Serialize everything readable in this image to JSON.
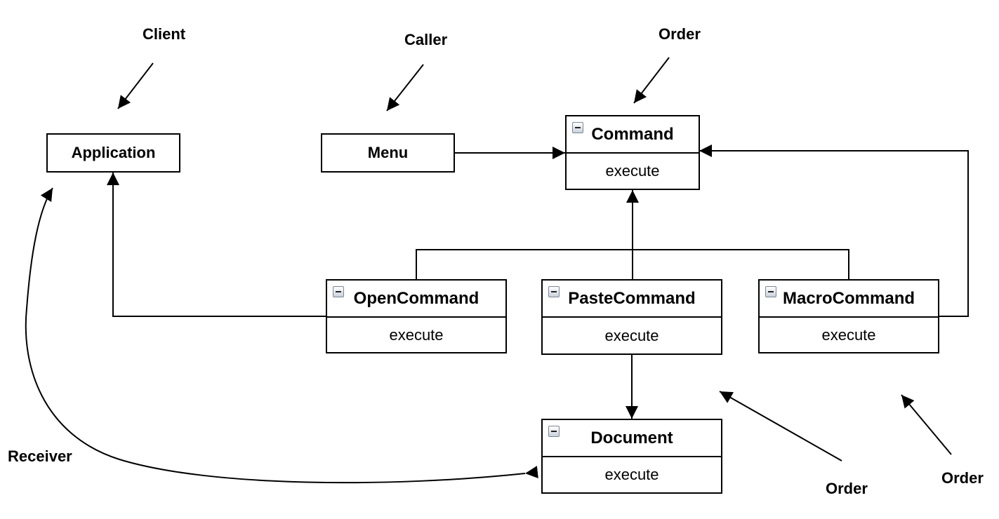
{
  "roles": {
    "client": "Client",
    "caller": "Caller",
    "order_top": "Order",
    "receiver": "Receiver",
    "order_mid": "Order",
    "order_right": "Order"
  },
  "nodes": {
    "application": "Application",
    "menu": "Menu",
    "command": {
      "name": "Command",
      "operation": "execute"
    },
    "open_command": {
      "name": "OpenCommand",
      "operation": "execute"
    },
    "paste_command": {
      "name": "PasteCommand",
      "operation": "execute"
    },
    "macro_command": {
      "name": "MacroCommand",
      "operation": "execute"
    },
    "document": {
      "name": "Document",
      "operation": "execute"
    }
  },
  "icons": {
    "collapse": "collapse-toggle-icon"
  }
}
